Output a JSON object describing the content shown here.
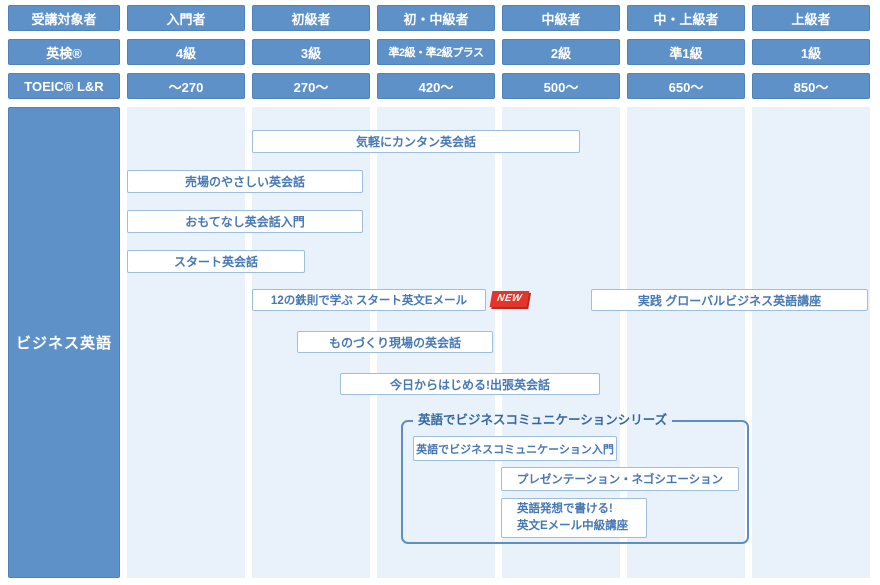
{
  "header": {
    "rows": [
      {
        "label": "受講対象者",
        "cells": [
          "入門者",
          "初級者",
          "初・中級者",
          "中級者",
          "中・上級者",
          "上級者"
        ]
      },
      {
        "label": "英検®",
        "cells": [
          "4級",
          "3級",
          "準2級・準2級プラス",
          "2級",
          "準1級",
          "1級"
        ]
      },
      {
        "label": "TOEIC® L&R",
        "cells": [
          "〜270",
          "270〜",
          "420〜",
          "500〜",
          "650〜",
          "850〜"
        ]
      }
    ]
  },
  "sidebar": {
    "label": "ビジネス英語"
  },
  "courses": [
    {
      "title": "気軽にカンタン英会話"
    },
    {
      "title": "売場のやさしい英会話"
    },
    {
      "title": "おもてなし英会話入門"
    },
    {
      "title": "スタート英会話"
    },
    {
      "title": "12の鉄則で学ぶ スタート英文Eメール",
      "badge": "NEW"
    },
    {
      "title": "実践 グローバルビジネス英語講座"
    },
    {
      "title": "ものづくり現場の英会話"
    },
    {
      "title": "今日からはじめる!出張英会話"
    }
  ],
  "series_group": {
    "title": "英語でビジネスコミュニケーションシリーズ",
    "courses": [
      {
        "title": "英語でビジネスコミュニケーション入門"
      },
      {
        "title": "プレゼンテーション・ネゴシエーション"
      },
      {
        "title_line1": "英語発想で書ける!",
        "title_line2": "英文Eメール中級講座"
      }
    ]
  },
  "colors": {
    "header_blue": "#5e91c7",
    "header_border": "#4d82ba",
    "column_stripe": "#e9f2fb",
    "course_border": "#9dbedd",
    "course_text": "#4678b4",
    "group_border": "#5f8fc0",
    "new_badge_red": "#e5352b"
  }
}
